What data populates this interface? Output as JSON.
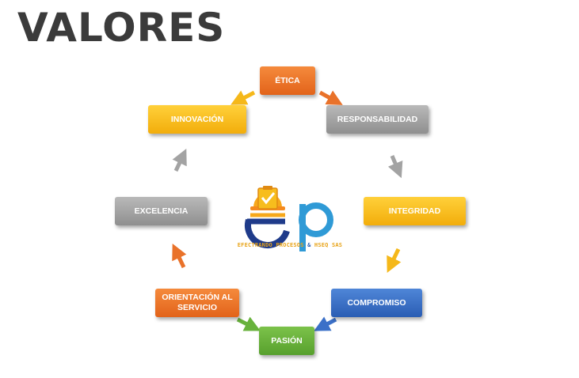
{
  "page": {
    "title": "VALORES"
  },
  "values": {
    "etica": "ÉTICA",
    "responsabilidad": "RESPONSABILIDAD",
    "integridad": "INTEGRIDAD",
    "compromiso": "COMPROMISO",
    "pasion": "PASIÓN",
    "orientacion": "ORIENTACIÓN AL SERVICIO",
    "excelencia": "EXCELENCIA",
    "innovacion": "INNOVACIÓN"
  },
  "logo": {
    "company_name_part1": "EFECTRANDO PROCESOS",
    "company_name_amp": "&",
    "company_name_part2": "HSEQ SAS"
  },
  "colors": {
    "orange": "#e9722a",
    "gray": "#a3a3a3",
    "yellow": "#f7bd1d",
    "blue": "#3b70c8",
    "green": "#68b23c",
    "title": "#3b3b3b"
  }
}
